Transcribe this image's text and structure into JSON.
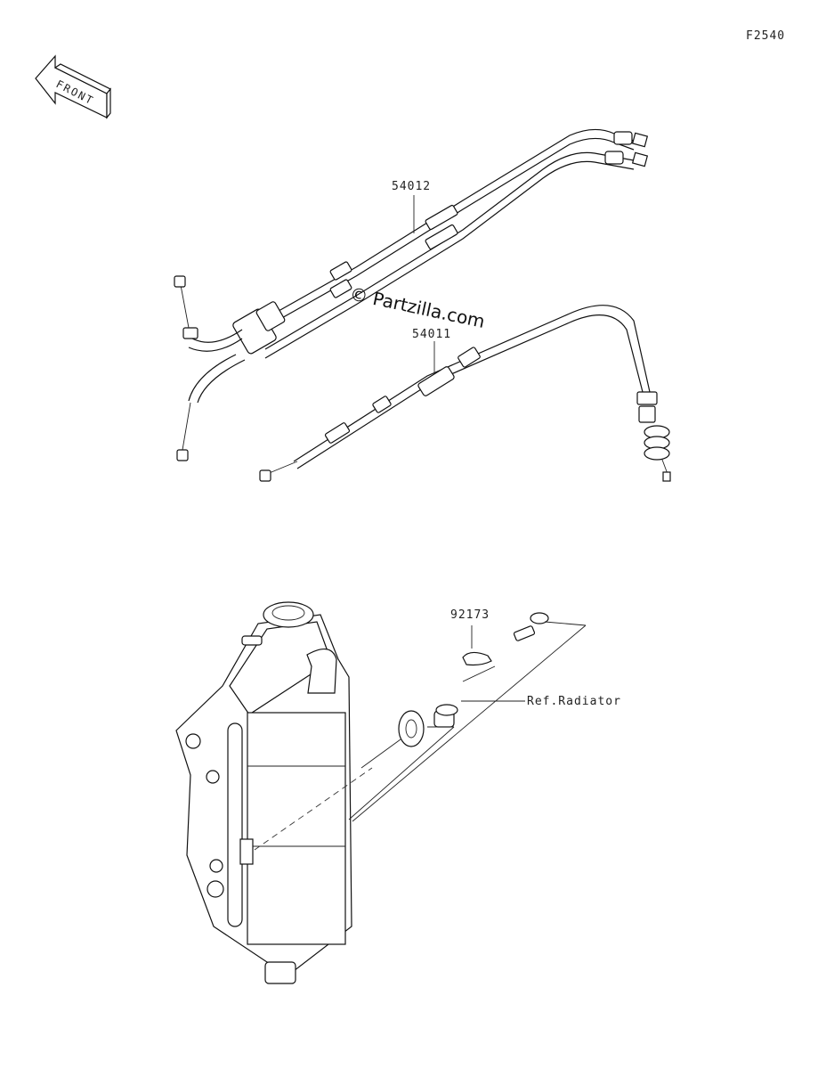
{
  "diagram_code": "F2540",
  "front_arrow": {
    "text": "FRONT"
  },
  "watermark": "© Partzilla.com",
  "parts": [
    {
      "number": "54012"
    },
    {
      "number": "54011"
    },
    {
      "number": "92173"
    }
  ],
  "reference_label": "Ref.Radiator"
}
